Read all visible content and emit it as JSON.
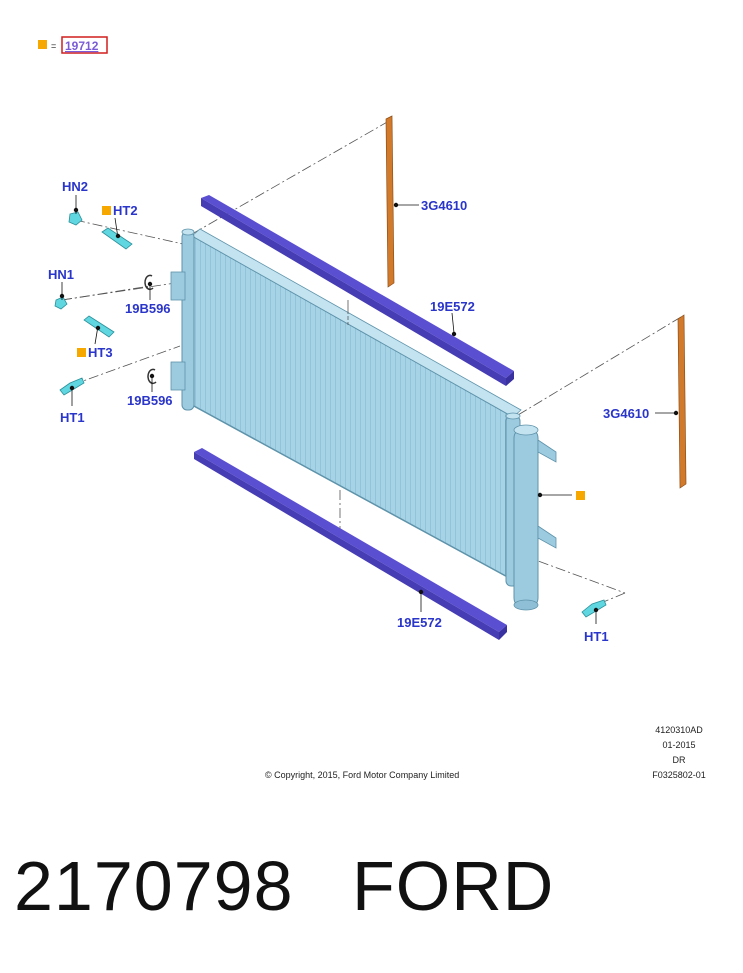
{
  "legend": {
    "symbol": "■",
    "equals": "=",
    "link": "19712",
    "marker_color": "#f6a800"
  },
  "callouts": {
    "hn2": "HN2",
    "ht2": "HT2",
    "hn1": "HN1",
    "ht3": "HT3",
    "ht1_left": "HT1",
    "clip_upper": "19B596",
    "clip_lower": "19B596",
    "seal_left": "3G4610",
    "seal_right": "3G4610",
    "strip_upper": "19E572",
    "strip_lower": "19E572",
    "ht1_right": "HT1"
  },
  "info_block": {
    "line1": "4120310AD",
    "line2": "01-2015",
    "line3": "DR",
    "line4": "F0325802-01"
  },
  "copyright": "© Copyright, 2015, Ford Motor Company Limited",
  "footer": {
    "part_number": "2170798",
    "brand": "FORD"
  },
  "colors": {
    "callout": "#2a35c9",
    "strip": "#5b4fd1",
    "seal": "#d27a2c",
    "condenser": "#9ccbe0",
    "fitting": "#5fd6e0"
  }
}
